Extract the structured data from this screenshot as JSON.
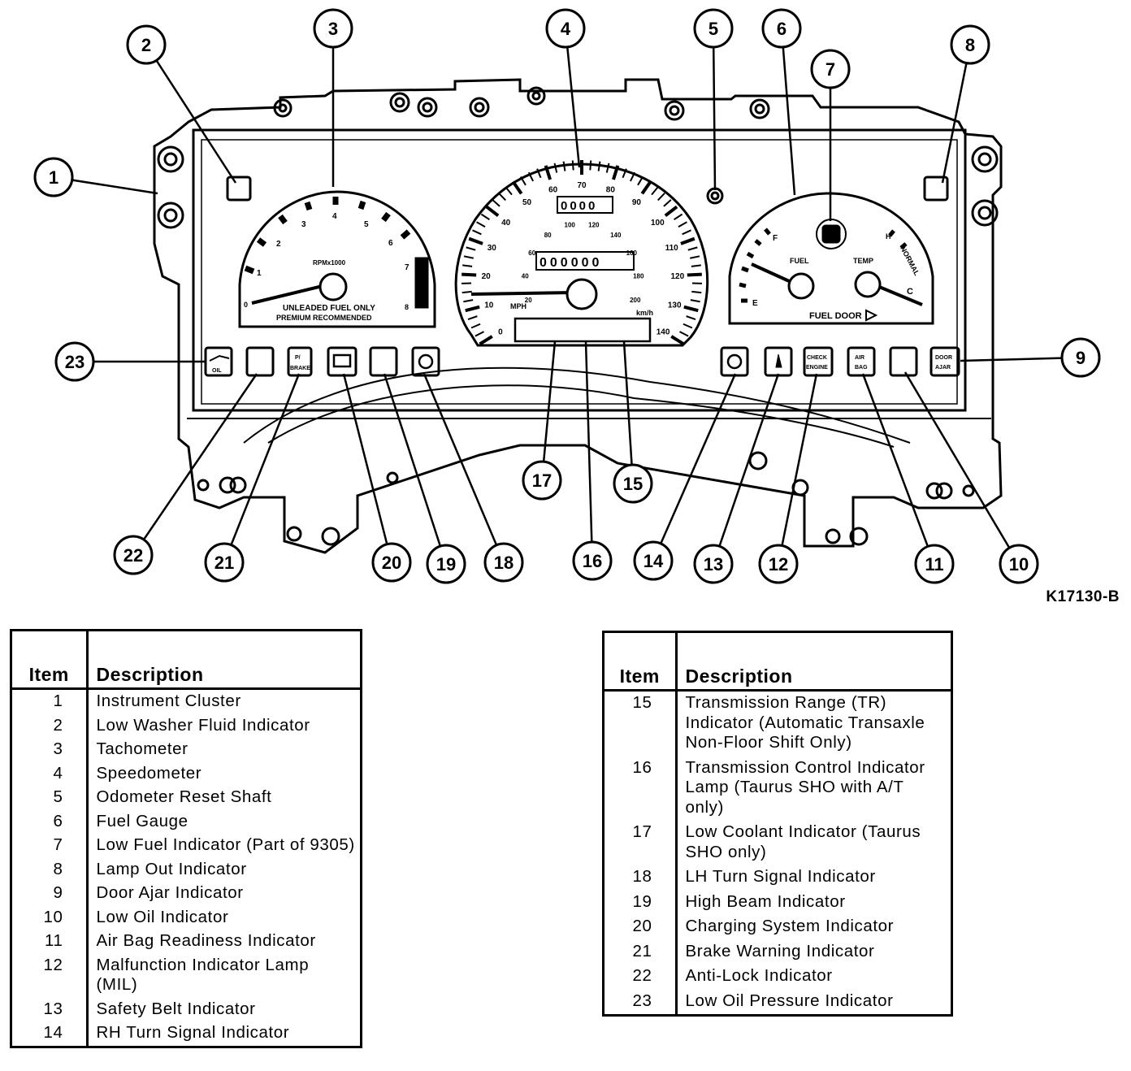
{
  "figure": {
    "id": "K17130-B",
    "callouts": [
      "1",
      "2",
      "3",
      "4",
      "5",
      "6",
      "7",
      "8",
      "9",
      "10",
      "11",
      "12",
      "13",
      "14",
      "15",
      "16",
      "17",
      "18",
      "19",
      "20",
      "21",
      "22",
      "23"
    ]
  },
  "cluster": {
    "tach_label": "RPMx1000",
    "tach_ticks": [
      "1",
      "2",
      "3",
      "4",
      "5",
      "6",
      "7",
      "0",
      "8"
    ],
    "fuel_note_1": "UNLEADED FUEL ONLY",
    "fuel_note_2": "PREMIUM RECOMMENDED",
    "mph_label": "MPH",
    "kmh_label": "km/h",
    "mph_ticks": [
      "0",
      "10",
      "20",
      "30",
      "40",
      "50",
      "60",
      "70",
      "80",
      "90",
      "100",
      "110",
      "120",
      "130",
      "140"
    ],
    "kmh_ticks": [
      "20",
      "40",
      "60",
      "80",
      "100",
      "120",
      "140",
      "160",
      "180",
      "200"
    ],
    "trip_digits": "0000",
    "odometer_digits": "000000",
    "fuel_label": "FUEL",
    "temp_label": "TEMP",
    "fuel_e": "E",
    "fuel_f": "F",
    "temp_c": "C",
    "temp_h": "H",
    "temp_normal": "NORMAL",
    "fuel_door": "FUEL DOOR",
    "lamp_oil": "OIL",
    "lamp_brake_1": "P/",
    "lamp_brake_2": "BRAKE",
    "lamp_check_1": "CHECK",
    "lamp_check_2": "ENGINE",
    "lamp_airbag_1": "AIR",
    "lamp_airbag_2": "BAG",
    "lamp_door_1": "DOOR",
    "lamp_door_2": "AJAR"
  },
  "legend_left": {
    "header_item": "Item",
    "header_desc": "Description",
    "rows": [
      {
        "item": "1",
        "desc": "Instrument Cluster"
      },
      {
        "item": "2",
        "desc": "Low Washer Fluid Indicator"
      },
      {
        "item": "3",
        "desc": "Tachometer"
      },
      {
        "item": "4",
        "desc": "Speedometer"
      },
      {
        "item": "5",
        "desc": "Odometer Reset Shaft"
      },
      {
        "item": "6",
        "desc": "Fuel Gauge"
      },
      {
        "item": "7",
        "desc": "Low Fuel Indicator (Part of 9305)"
      },
      {
        "item": "8",
        "desc": "Lamp Out Indicator"
      },
      {
        "item": "9",
        "desc": "Door Ajar Indicator"
      },
      {
        "item": "10",
        "desc": "Low Oil Indicator"
      },
      {
        "item": "11",
        "desc": "Air Bag Readiness Indicator"
      },
      {
        "item": "12",
        "desc": "Malfunction Indicator Lamp (MIL)"
      },
      {
        "item": "13",
        "desc": "Safety Belt Indicator"
      },
      {
        "item": "14",
        "desc": "RH Turn  Signal Indicator"
      }
    ]
  },
  "legend_right": {
    "header_item": "Item",
    "header_desc": "Description",
    "rows": [
      {
        "item": "15",
        "desc": "Transmission Range (TR) Indicator (Automatic Transaxle Non-Floor Shift Only)"
      },
      {
        "item": "16",
        "desc": "Transmission Control Indicator Lamp (Taurus SHO with A/T only)"
      },
      {
        "item": "17",
        "desc": "Low Coolant Indicator (Taurus SHO only)"
      },
      {
        "item": "18",
        "desc": "LH Turn Signal Indicator"
      },
      {
        "item": "19",
        "desc": "High Beam Indicator"
      },
      {
        "item": "20",
        "desc": "Charging System Indicator"
      },
      {
        "item": "21",
        "desc": "Brake Warning Indicator"
      },
      {
        "item": "22",
        "desc": "Anti-Lock Indicator"
      },
      {
        "item": "23",
        "desc": "Low Oil Pressure Indicator"
      }
    ]
  }
}
